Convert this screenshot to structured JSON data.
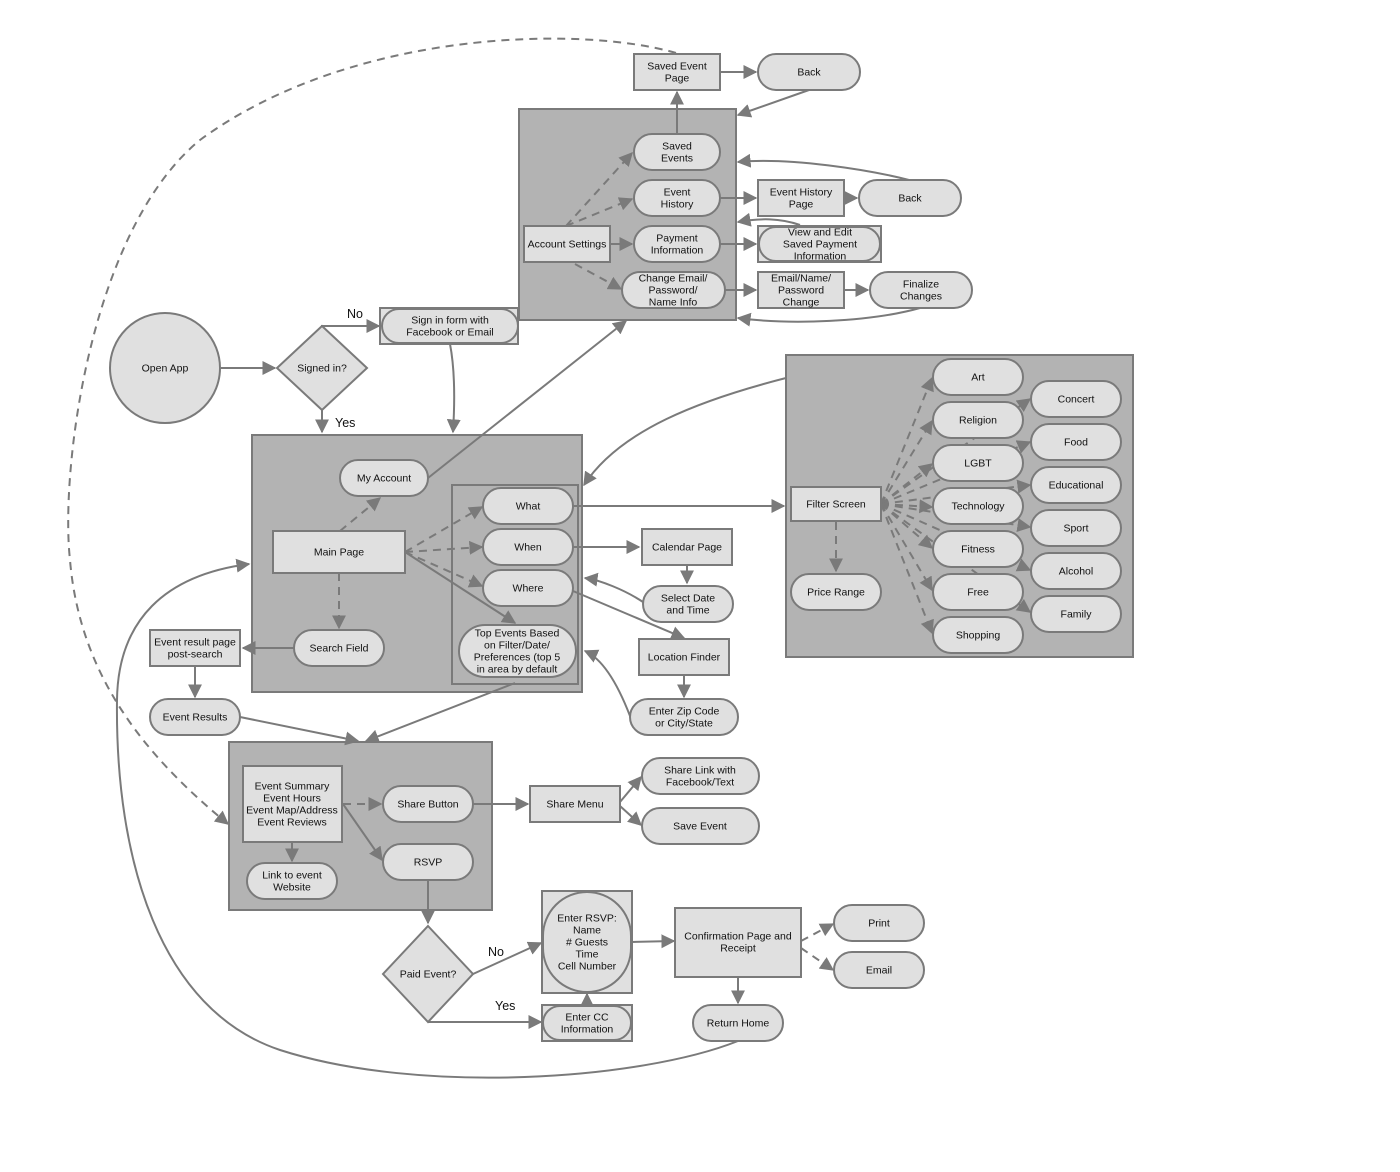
{
  "nodes": {
    "open_app": "Open App",
    "signed_in": "Signed in?",
    "sign_in_form": "Sign in form with\nFacebook or Email",
    "saved_event_page": "Saved Event\nPage",
    "back_top": "Back",
    "saved_events": "Saved\nEvents",
    "event_history": "Event\nHistory",
    "event_history_page": "Event History\nPage",
    "back_history": "Back",
    "account_settings": "Account Settings",
    "payment_information": "Payment\nInformation",
    "view_edit_payment": "View and Edit\nSaved Payment\nInformation",
    "change_email": "Change Email/\nPassword/\nName Info",
    "email_name_password_change": "Email/Name/\nPassword\nChange",
    "finalize_changes": "Finalize\nChanges",
    "my_account": "My Account",
    "main_page": "Main Page",
    "what": "What",
    "when": "When",
    "where": "Where",
    "top_events": "Top Events Based\non Filter/Date/\nPreferences (top 5\nin area by default",
    "search_field": "Search Field",
    "event_result_page": "Event result page\npost-search",
    "event_results": "Event Results",
    "calendar_page": "Calendar Page",
    "select_date_time": "Select Date\nand Time",
    "location_finder": "Location Finder",
    "enter_zip": "Enter Zip Code\nor City/State",
    "filter_screen": "Filter Screen",
    "price_range": "Price Range",
    "art": "Art",
    "religion": "Religion",
    "lgbt": "LGBT",
    "technology": "Technology",
    "fitness": "Fitness",
    "free": "Free",
    "shopping": "Shopping",
    "concert": "Concert",
    "food": "Food",
    "educational": "Educational",
    "sport": "Sport",
    "alcohol": "Alcohol",
    "family": "Family",
    "event_summary": "Event Summary\nEvent Hours\nEvent Map/Address\nEvent Reviews",
    "share_button": "Share Button",
    "share_menu": "Share Menu",
    "share_link": "Share Link with\nFacebook/Text",
    "save_event": "Save Event",
    "link_to_website": "Link to event\nWebsite",
    "rsvp": "RSVP",
    "paid_event": "Paid Event?",
    "enter_rsvp": "Enter RSVP:\nName\n# Guests\nTime\nCell Number",
    "enter_cc": "Enter CC\nInformation",
    "confirmation_page": "Confirmation Page and\nReceipt",
    "print": "Print",
    "email": "Email",
    "return_home": "Return Home"
  },
  "edge_labels": {
    "signed_in_no": "No",
    "signed_in_yes": "Yes",
    "paid_no": "No",
    "paid_yes": "Yes"
  }
}
